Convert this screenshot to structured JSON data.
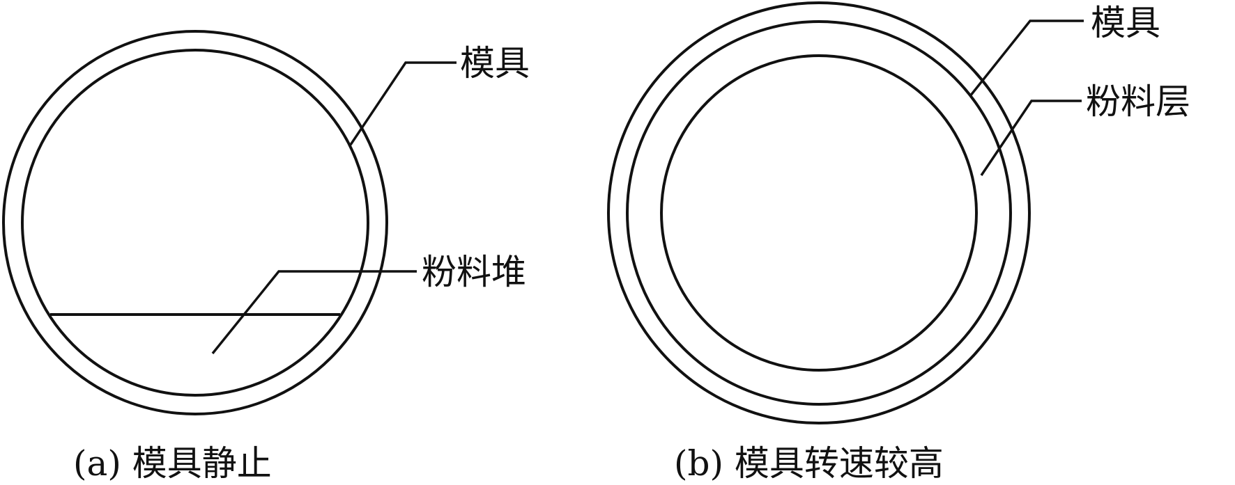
{
  "panel_a": {
    "label_mold": "模具",
    "label_powder_pile": "粉料堆",
    "caption": "(a) 模具静止"
  },
  "panel_b": {
    "label_mold": "模具",
    "label_powder_layer": "粉料层",
    "caption": "(b) 模具转速较高"
  },
  "colors": {
    "line": "#111111",
    "background": "#ffffff"
  }
}
